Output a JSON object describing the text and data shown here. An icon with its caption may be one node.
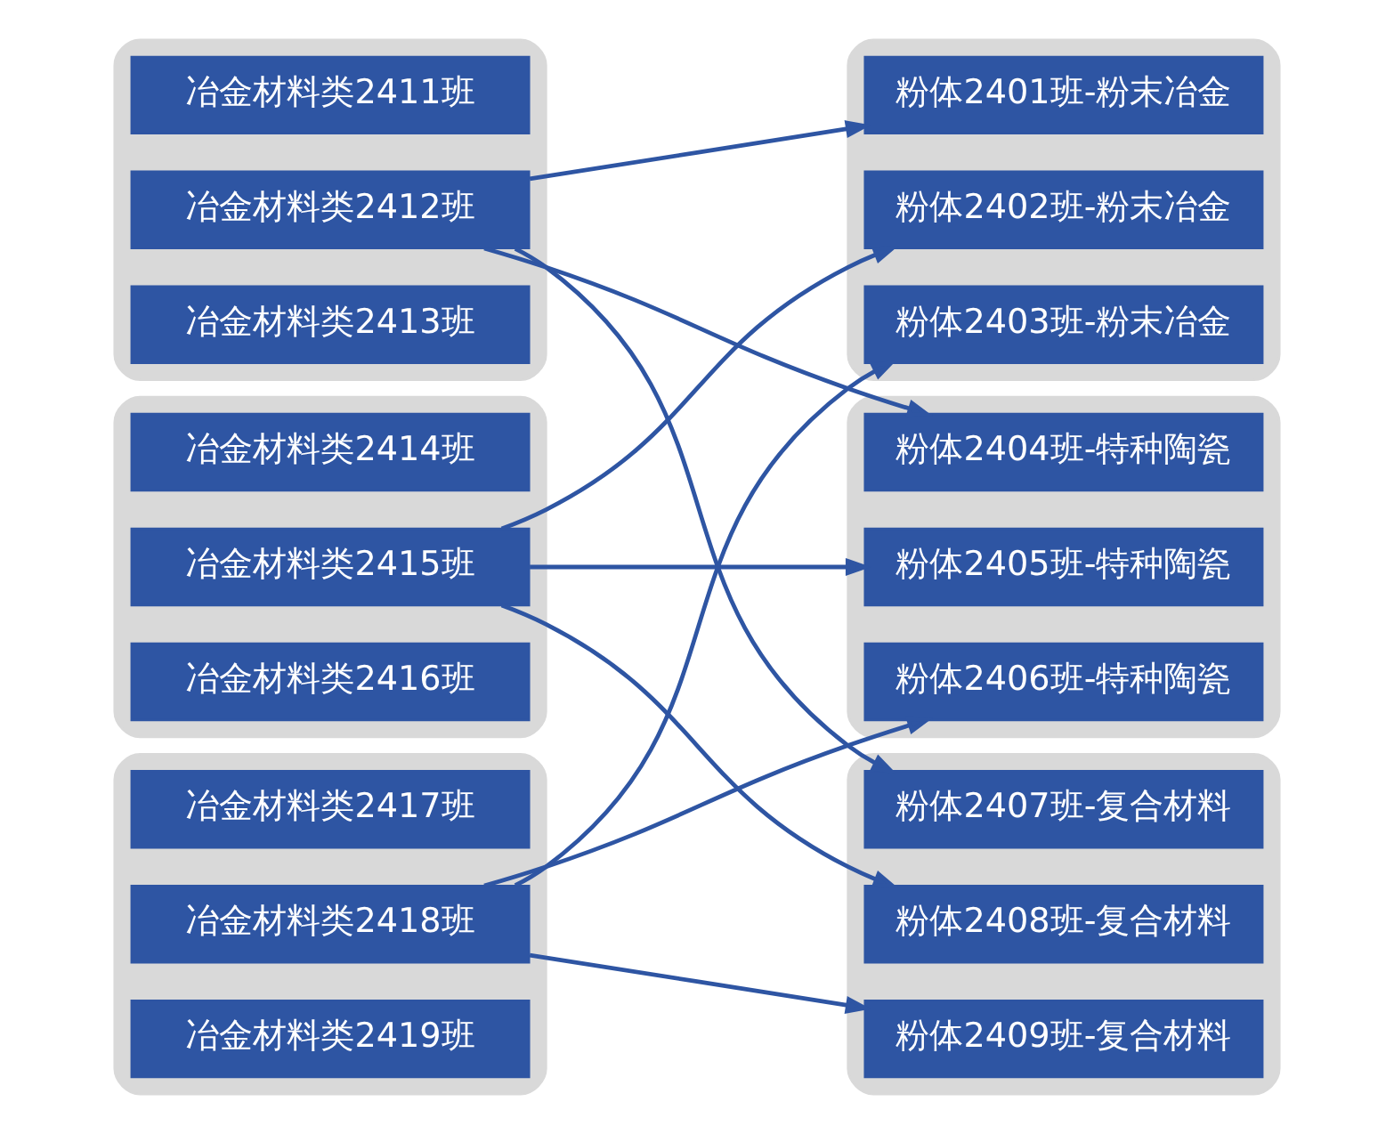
{
  "diagram": {
    "nodes": [
      {
        "text": [],
        "shape": "box"
      },
      {
        "text": [
          "冶金材料类2411班"
        ],
        "in": 0
      },
      {
        "text": [
          "冶金材料类2412班"
        ],
        "in": 0
      },
      {
        "text": [
          "冶金材料类2413班"
        ],
        "in": 0
      },
      {
        "text": [],
        "shape": "box"
      },
      {
        "text": [
          "冶金材料类2414班"
        ],
        "in": 4
      },
      {
        "text": [
          "冶金材料类2415班"
        ],
        "in": 4
      },
      {
        "text": [
          "冶金材料类2416班"
        ],
        "in": 4
      },
      {
        "text": [],
        "shape": "box"
      },
      {
        "text": [
          "冶金材料类2417班"
        ],
        "in": 8
      },
      {
        "text": [
          "冶金材料类2418班"
        ],
        "in": 8
      },
      {
        "text": [
          "冶金材料类2419班"
        ],
        "in": 8
      },
      {
        "text": [],
        "shape": "box"
      },
      {
        "text": [
          "粉体2401班-粉末冶金"
        ],
        "in": 12
      },
      {
        "text": [
          "粉体2402班-粉末冶金"
        ],
        "in": 12
      },
      {
        "text": [
          "粉体2403班-粉末冶金"
        ],
        "in": 12
      },
      {
        "text": [],
        "shape": "box"
      },
      {
        "text": [
          "粉体2404班-特种陶瓷"
        ],
        "in": 16
      },
      {
        "text": [
          "粉体2405班-特种陶瓷"
        ],
        "in": 16
      },
      {
        "text": [
          "粉体2406班-特种陶瓷"
        ],
        "in": 16
      },
      {
        "text": [],
        "shape": "box"
      },
      {
        "text": [
          "粉体2407班-复合材料"
        ],
        "in": 20
      },
      {
        "text": [
          "粉体2408班-复合材料"
        ],
        "in": 20
      },
      {
        "text": [
          "粉体2409班-复合材料"
        ],
        "in": 20
      }
    ],
    "edges": [
      {
        "from": 2,
        "to": 13,
        "arrow": "to"
      },
      {
        "from": 2,
        "to": 17,
        "arrow": "to"
      },
      {
        "from": 2,
        "to": 21,
        "arrow": "to"
      },
      {
        "from": 6,
        "to": 14,
        "arrow": "to"
      },
      {
        "from": 6,
        "to": 18,
        "arrow": "to"
      },
      {
        "from": 6,
        "to": 22,
        "arrow": "to"
      },
      {
        "from": 10,
        "to": 15,
        "arrow": "to"
      },
      {
        "from": 10,
        "to": 19,
        "arrow": "to"
      },
      {
        "from": 10,
        "to": 23,
        "arrow": "to"
      }
    ]
  }
}
